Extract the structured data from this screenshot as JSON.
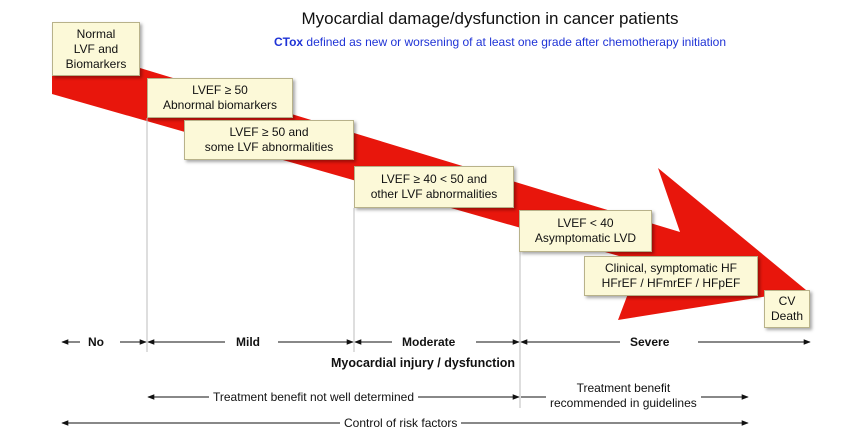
{
  "header": {
    "title": "Myocardial damage/dysfunction in cancer patients",
    "subtitle_bold": "CTox",
    "subtitle_rest": " defined as new or worsening of at least one grade after chemotherapy initiation"
  },
  "stages": [
    {
      "line1": "Normal",
      "line2": "LVF and",
      "line3": "Biomarkers"
    },
    {
      "line1": "LVEF ≥ 50",
      "line2": "Abnormal biomarkers"
    },
    {
      "line1": "LVEF ≥ 50 and",
      "line2": "some LVF abnormalities"
    },
    {
      "line1": "LVEF ≥ 40 < 50 and",
      "line2": "other LVF abnormalities"
    },
    {
      "line1": "LVEF < 40",
      "line2": "Asymptomatic LVD"
    },
    {
      "line1": "Clinical, symptomatic  HF",
      "line2": "HFrEF / HFmrEF / HFpEF"
    },
    {
      "line1": "CV",
      "line2": "Death"
    }
  ],
  "severity": {
    "no": "No",
    "mild": "Mild",
    "moderate": "Moderate",
    "severe": "Severe",
    "axis_label": "Myocardial injury / dysfunction"
  },
  "benefit": {
    "not_determined": "Treatment benefit not well determined",
    "recommended_line1": "Treatment benefit",
    "recommended_line2": "recommended in guidelines"
  },
  "control": "Control of risk factors",
  "colors": {
    "arrow": "#e8160c",
    "box_fill": "#fcf9d8",
    "subtitle": "#1f33d6"
  }
}
